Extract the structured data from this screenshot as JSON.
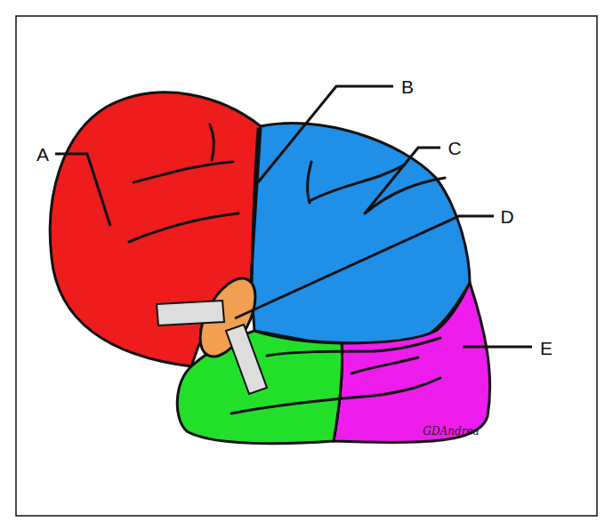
{
  "diagram": {
    "labels": [
      "A",
      "B",
      "C",
      "D",
      "E",
      "GDAndrea"
    ]
  }
}
